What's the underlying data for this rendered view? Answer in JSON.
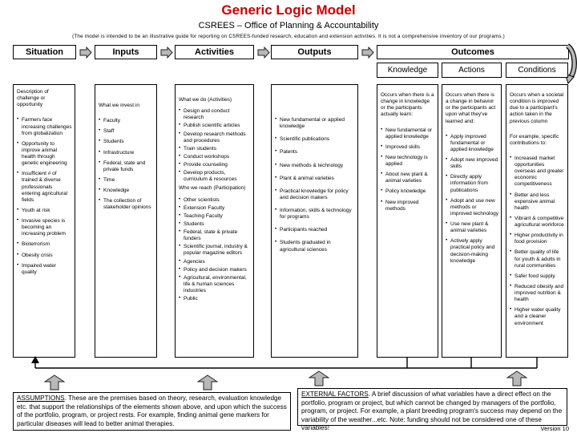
{
  "title": "Generic Logic Model",
  "subtitle": "CSREES – Office of Planning & Accountability",
  "note": "(The model is intended to be an illustrative guide for reporting on CSREES-funded research, education and extension activities.  It is not a comprehensive inventory of our programs.)",
  "colors": {
    "title_text": "#cc0000",
    "box_border": "#000000",
    "arrow_fill": "#b8b8b8"
  },
  "headers": [
    "Situation",
    "Inputs",
    "Activities",
    "Outputs",
    "Outcomes"
  ],
  "outcome_subheaders": [
    "Knowledge",
    "Actions",
    "Conditions"
  ],
  "columns": [
    {
      "name": "situation",
      "blocks": [
        {
          "t": "intro",
          "text": "Description of challenge or opportunity"
        },
        {
          "t": "b",
          "text": "Farmers face increasing challenges from globalization"
        },
        {
          "t": "b",
          "text": "Opportunity to improve animal health through genetic engineering"
        },
        {
          "t": "b",
          "text": "Insufficient # of trained & diverse professionals entering agricultural fields"
        },
        {
          "t": "b",
          "text": "Youth at risk"
        },
        {
          "t": "b",
          "text": "Invasive species is becoming an increasing problem"
        },
        {
          "t": "b",
          "text": "Bioterrorism"
        },
        {
          "t": "b",
          "text": "Obesity crisis"
        },
        {
          "t": "b",
          "text": "Impaired water quality"
        }
      ]
    },
    {
      "name": "inputs",
      "blocks": [
        {
          "t": "intro",
          "text": "What we invest in"
        },
        {
          "t": "b",
          "text": "Faculty"
        },
        {
          "t": "b",
          "text": "Staff"
        },
        {
          "t": "b",
          "text": "Students"
        },
        {
          "t": "b",
          "text": "Infrastructure"
        },
        {
          "t": "b",
          "text": "Federal, state and private funds"
        },
        {
          "t": "b",
          "text": "Time"
        },
        {
          "t": "b",
          "text": "Knowledge"
        },
        {
          "t": "b",
          "text": "The collection of stakeholder opinions"
        }
      ]
    },
    {
      "name": "activities",
      "blocks": [
        {
          "t": "intro",
          "text": "What we do (Activities)"
        },
        {
          "t": "b",
          "text": "Design and conduct research"
        },
        {
          "t": "b",
          "text": "Publish scientific articles"
        },
        {
          "t": "b",
          "text": "Develop research methods and procedures"
        },
        {
          "t": "b",
          "text": "Train students"
        },
        {
          "t": "b",
          "text": "Conduct workshops"
        },
        {
          "t": "b",
          "text": "Provide counseling"
        },
        {
          "t": "b",
          "text": "Develop products, curriculum & resources"
        },
        {
          "t": "intro",
          "text": "Who we reach (Participation)"
        },
        {
          "t": "b",
          "text": "Other scientists"
        },
        {
          "t": "b",
          "text": "Extension Faculty"
        },
        {
          "t": "b",
          "text": "Teaching Faculty"
        },
        {
          "t": "b",
          "text": "Students"
        },
        {
          "t": "b",
          "text": "Federal, state & private funders"
        },
        {
          "t": "b",
          "text": "Scientific journal, industry & popular magazine editors"
        },
        {
          "t": "b",
          "text": "Agencies"
        },
        {
          "t": "b",
          "text": "Policy and decision makers"
        },
        {
          "t": "b",
          "text": "Agricultural, environmental, life & human sciences industries"
        },
        {
          "t": "b",
          "text": "Public"
        }
      ]
    },
    {
      "name": "outputs",
      "blocks": [
        {
          "t": "b",
          "text": "New fundamental or applied knowledge"
        },
        {
          "t": "b",
          "text": "Scientific publications"
        },
        {
          "t": "b",
          "text": "Patents"
        },
        {
          "t": "b",
          "text": "New methods & technology"
        },
        {
          "t": "b",
          "text": "Plant & animal varieties"
        },
        {
          "t": "b",
          "text": "Practical knowledge for policy and decision makers"
        },
        {
          "t": "b",
          "text": "Information, skills & technology for programs"
        },
        {
          "t": "b",
          "text": "Participants reached"
        },
        {
          "t": "b",
          "text": "Students graduated in agricultural sciences"
        }
      ]
    },
    {
      "name": "knowledge",
      "blocks": [
        {
          "t": "intro",
          "text": "Occurs when there is a change in knowledge or the participants actually learn:"
        },
        {
          "t": "b",
          "text": "New fundamental or applied knowledge"
        },
        {
          "t": "b",
          "text": "Improved skills"
        },
        {
          "t": "b",
          "text": "New technology is applied"
        },
        {
          "t": "b",
          "text": "About new plant & animal varieties"
        },
        {
          "t": "b",
          "text": "Policy knowledge"
        },
        {
          "t": "b",
          "text": "New improved methods"
        }
      ]
    },
    {
      "name": "actions",
      "blocks": [
        {
          "t": "intro",
          "text": "Occurs when there is a change in behavior or the participants act upon what they've learned and:"
        },
        {
          "t": "b",
          "text": "Apply improved fundamental or applied knowledge"
        },
        {
          "t": "b",
          "text": "Adopt new improved skills"
        },
        {
          "t": "b",
          "text": "Directly apply information from publications"
        },
        {
          "t": "b",
          "text": "Adopt and use new methods or improved technology"
        },
        {
          "t": "b",
          "text": "Use new plant & animal varieties"
        },
        {
          "t": "b",
          "text": "Actively apply practical policy and decision-making knowledge"
        }
      ]
    },
    {
      "name": "conditions",
      "blocks": [
        {
          "t": "intro",
          "text": "Occurs when a societal condition is improved due to a participant's action taken in the previous column"
        },
        {
          "t": "intro",
          "text": "For example, specific contributions to:"
        },
        {
          "t": "b",
          "text": "Increased market opportunities overseas and greater economic competitiveness"
        },
        {
          "t": "b",
          "text": "Better and less expensive animal health"
        },
        {
          "t": "b",
          "text": "Vibrant & competitive agricultural workforce"
        },
        {
          "t": "b",
          "text": "Higher productivity in food provision"
        },
        {
          "t": "b",
          "text": "Better quality of life for youth & adults in rural communities"
        },
        {
          "t": "b",
          "text": "Safer food supply"
        },
        {
          "t": "b",
          "text": "Reduced obesity and improved nutrition & health"
        },
        {
          "t": "b",
          "text": "Higher water quality and a cleaner environment"
        }
      ]
    }
  ],
  "assumptions": {
    "label": "ASSUMPTIONS",
    "text": ".   These are the premises based on theory, research, evaluation knowledge etc. that support the relationships of the elements shown above, and upon which the success of the portfolio, program, or project rests.  For example, finding animal gene markers for particular diseases will lead to better animal therapies."
  },
  "external_factors": {
    "label": "EXTERNAL FACTORS",
    "text": ".   A brief discussion of what variables have a direct effect on the portfolio, program or project, but which cannot be changed by managers of the portfolio, program, or project.  For example, a plant breeding program's success may depend on the variability of the weather...etc. Note: funding should not be considered one of these variables!"
  },
  "version": "Version 10"
}
